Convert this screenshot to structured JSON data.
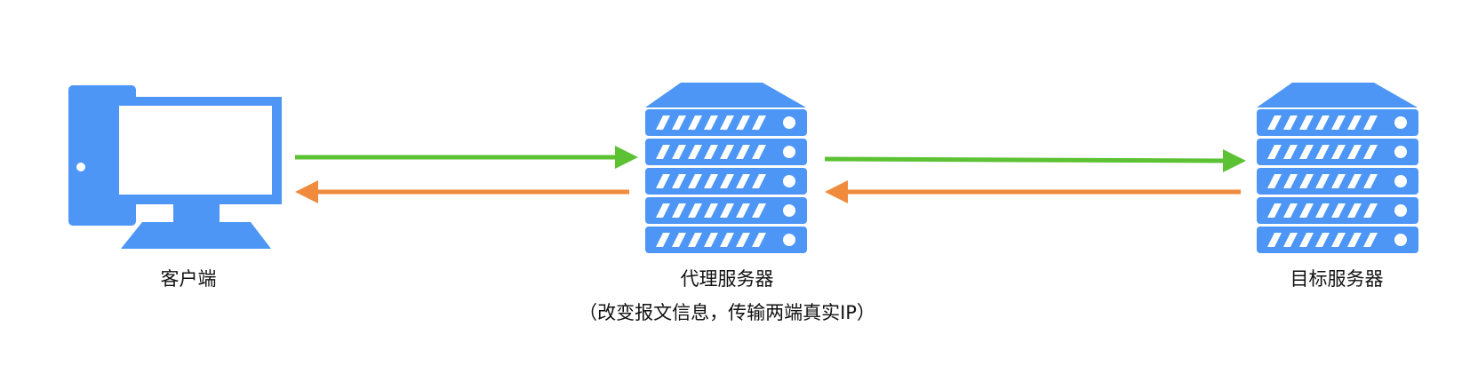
{
  "nodes": {
    "client": {
      "label": "客户端",
      "icon": "desktop-computer-icon"
    },
    "proxy": {
      "label": "代理服务器",
      "note": "（改变报文信息，传输两端真实IP）",
      "icon": "server-rack-icon"
    },
    "target": {
      "label": "目标服务器",
      "icon": "server-rack-icon"
    }
  },
  "colors": {
    "icon": "#4d96f6",
    "request_arrow": "#5cc234",
    "response_arrow": "#f08a3c",
    "text": "#111111"
  },
  "edges": [
    {
      "from": "client",
      "to": "proxy",
      "kind": "request"
    },
    {
      "from": "proxy",
      "to": "client",
      "kind": "response"
    },
    {
      "from": "proxy",
      "to": "target",
      "kind": "request"
    },
    {
      "from": "target",
      "to": "proxy",
      "kind": "response"
    }
  ]
}
